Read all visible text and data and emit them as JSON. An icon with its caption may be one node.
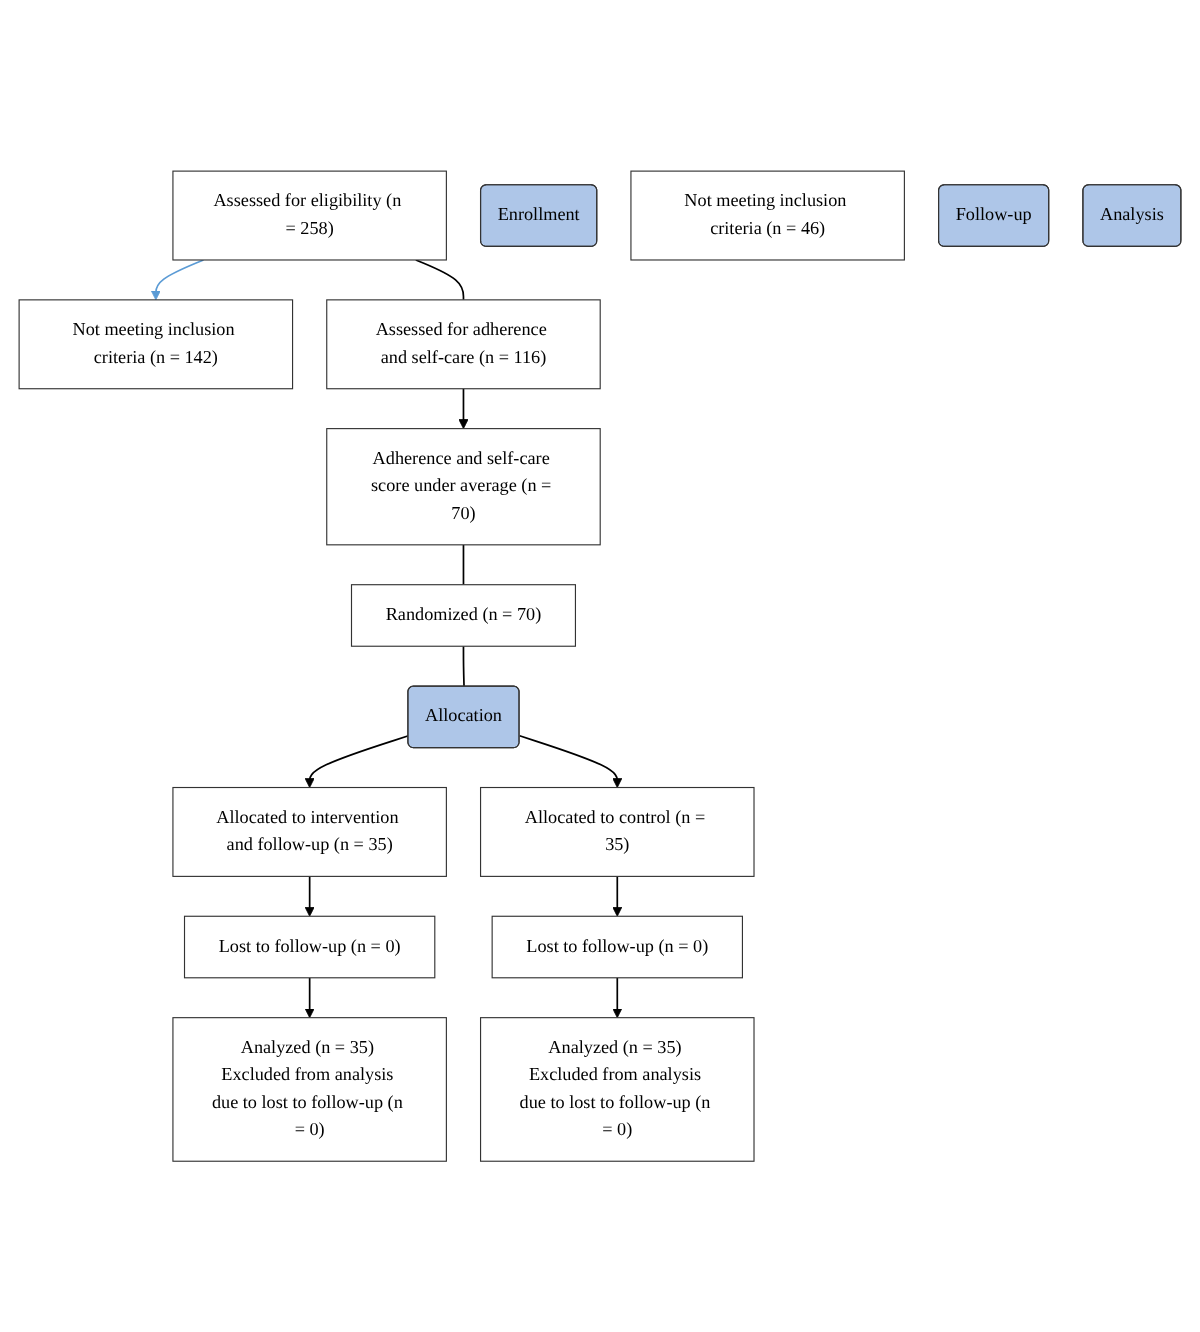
{
  "diagram": {
    "nodes": [
      {
        "text": [
          "Assessed for eligibility (n = 258)"
        ]
      },
      {
        "text": [
          "Enrollment"
        ]
      },
      {
        "text": [
          "Not meeting inclusion criteria (n = 142)"
        ]
      },
      {
        "text": [
          "Assessed for adherence and self-care (n = 116)"
        ]
      },
      {
        "text": [
          "Not meeting inclusion criteria (n = 46)"
        ]
      },
      {
        "text": [
          "Adherence and self-care score under average (n = 70)"
        ]
      },
      {
        "text": [
          "Randomized (n = 70)"
        ]
      },
      {
        "text": [
          "Allocation"
        ]
      },
      {
        "text": [
          "Allocated to intervention and follow-up (n = 35)"
        ]
      },
      {
        "text": [
          "Allocated to control (n = 35)"
        ]
      },
      {
        "text": [
          "Follow-up"
        ]
      },
      {
        "text": [
          "Lost to follow-up (n = 0)"
        ]
      },
      {
        "text": [
          "Lost to follow-up (n = 0)"
        ]
      },
      {
        "text": [
          "Analysis"
        ]
      },
      {
        "text": [
          "Analyzed (n = 35) Excluded from analysis due to lost to follow-up (n = 0)"
        ]
      },
      {
        "text": [
          "Analyzed (n = 35) Excluded from analysis due to lost to follow-up (n = 0)"
        ]
      }
    ],
    "edges": [
      {
        "from": 0,
        "to": 3,
        "arrow": "none"
      },
      {
        "from": 0,
        "to": 2,
        "arrow": "to",
        "color": "#5b9bd5"
      },
      {
        "from": 3,
        "to": 5,
        "arrow": "to"
      },
      {
        "from": 5,
        "to": 6,
        "arrow": "none"
      },
      {
        "from": 6,
        "to": 7,
        "arrow": "none"
      },
      {
        "from": 7,
        "to": 8,
        "arrow": "to"
      },
      {
        "from": 7,
        "to": 9,
        "arrow": "to"
      },
      {
        "from": 8,
        "to": 11,
        "arrow": "to"
      },
      {
        "from": 9,
        "to": 12,
        "arrow": "to"
      },
      {
        "from": 11,
        "to": 14,
        "arrow": "to"
      },
      {
        "from": 12,
        "to": 15,
        "arrow": "to"
      }
    ]
  }
}
